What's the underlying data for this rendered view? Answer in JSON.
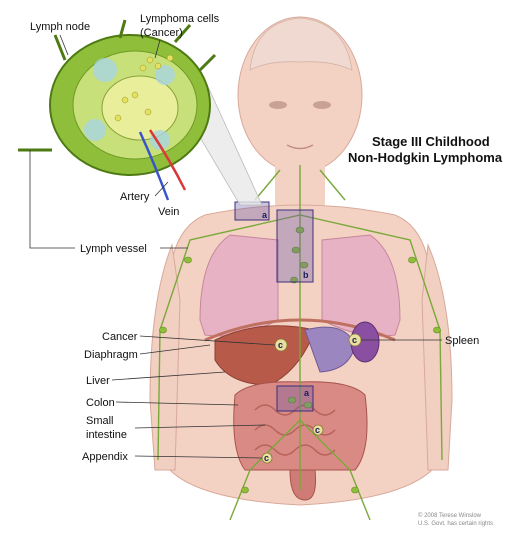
{
  "title": {
    "line1": "Stage III Childhood",
    "line2": "Non-Hodgkin Lymphoma"
  },
  "inset_labels": {
    "lymph_node": "Lymph node",
    "lymphoma_cells_line1": "Lymphoma cells",
    "lymphoma_cells_line2": "(Cancer)",
    "artery": "Artery",
    "vein": "Vein"
  },
  "body_labels": {
    "lymph_vessel": "Lymph vessel",
    "cancer": "Cancer",
    "diaphragm": "Diaphragm",
    "liver": "Liver",
    "colon": "Colon",
    "small_intestine_line1": "Small",
    "small_intestine_line2": "intestine",
    "appendix": "Appendix",
    "spleen": "Spleen"
  },
  "region_tags": {
    "a": "a",
    "b": "b",
    "c": "c"
  },
  "credit": {
    "line1": "© 2008 Terese Winslow",
    "line2": "U.S. Govt. has certain rights"
  },
  "colors": {
    "skin": "#f3d2c4",
    "lung": "#e7b3c4",
    "liver": "#b85a4a",
    "intestine": "#d98a85",
    "node_green": "#8fbf3a",
    "region_box": "#6a5aa8",
    "artery": "#d83a3a",
    "vein": "#3a55c8"
  }
}
